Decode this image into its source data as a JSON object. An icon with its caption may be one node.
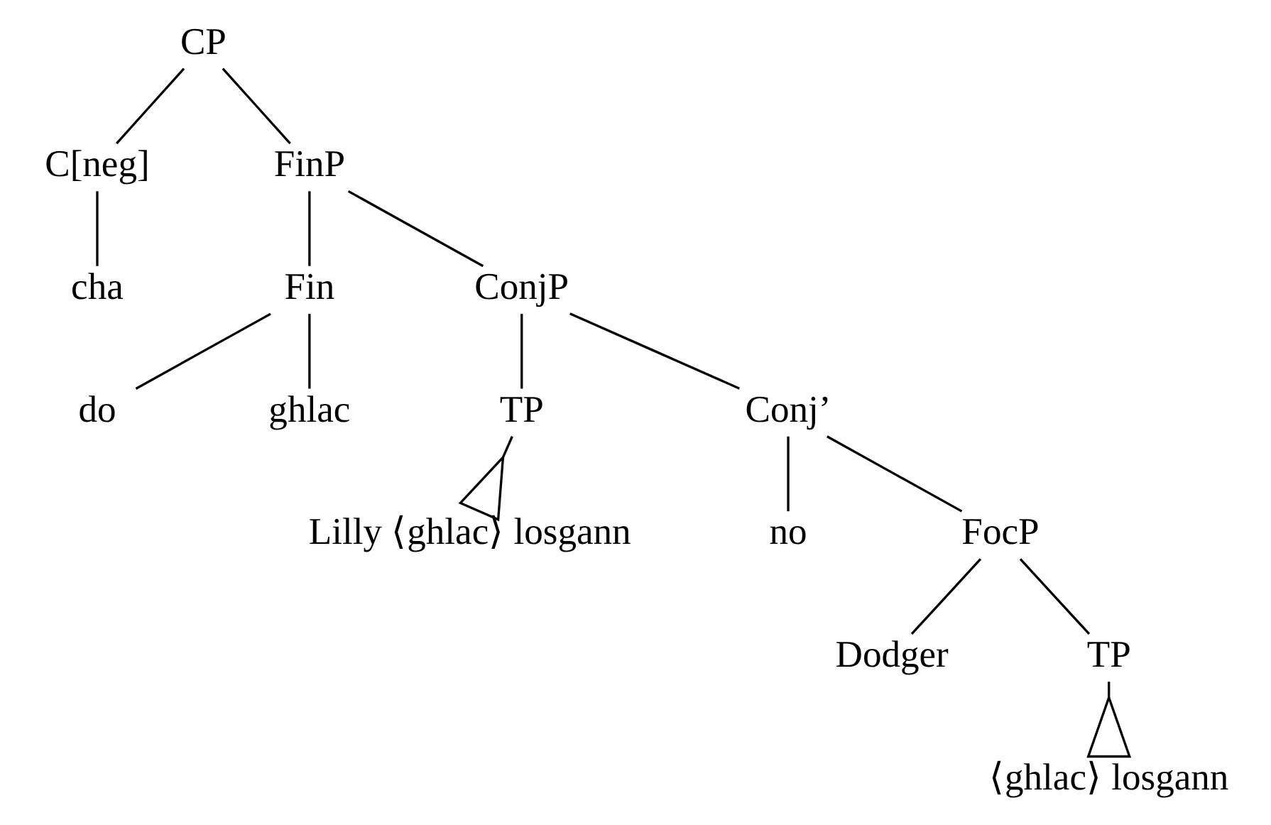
{
  "diagram": {
    "nodes": [
      {
        "text": [
          "CP"
        ]
      },
      {
        "text": [
          "C[neg]"
        ]
      },
      {
        "text": [
          "cha"
        ]
      },
      {
        "text": [
          "FinP"
        ]
      },
      {
        "text": [
          "Fin"
        ]
      },
      {
        "text": [
          "do"
        ]
      },
      {
        "text": [
          "ghlac"
        ]
      },
      {
        "text": [
          "ConjP"
        ]
      },
      {
        "text": [
          "TP"
        ]
      },
      {
        "text": [
          "Lilly ⟨ghlac⟩ losgann"
        ]
      },
      {
        "text": [
          "Conj’"
        ]
      },
      {
        "text": [
          "no"
        ]
      },
      {
        "text": [
          "FocP"
        ]
      },
      {
        "text": [
          "Dodger"
        ]
      },
      {
        "text": [
          "TP"
        ]
      },
      {
        "text": [
          "⟨ghlac⟩ losgann"
        ]
      }
    ],
    "edges": [
      {
        "from": 0,
        "to": 1,
        "arrow": "none"
      },
      {
        "from": 1,
        "to": 2,
        "arrow": "none"
      },
      {
        "from": 0,
        "to": 3,
        "arrow": "none"
      },
      {
        "from": 3,
        "to": 4,
        "arrow": "none"
      },
      {
        "from": 4,
        "to": 5,
        "arrow": "none"
      },
      {
        "from": 4,
        "to": 6,
        "arrow": "none"
      },
      {
        "from": 3,
        "to": 7,
        "arrow": "none"
      },
      {
        "from": 7,
        "to": 8,
        "arrow": "none"
      },
      {
        "from": 8,
        "to": 9,
        "arrow": "other"
      },
      {
        "from": 7,
        "to": 10,
        "arrow": "none"
      },
      {
        "from": 10,
        "to": 11,
        "arrow": "none"
      },
      {
        "from": 10,
        "to": 12,
        "arrow": "none"
      },
      {
        "from": 12,
        "to": 13,
        "arrow": "none"
      },
      {
        "from": 12,
        "to": 14,
        "arrow": "none"
      },
      {
        "from": 14,
        "to": 15,
        "arrow": "other"
      }
    ]
  }
}
